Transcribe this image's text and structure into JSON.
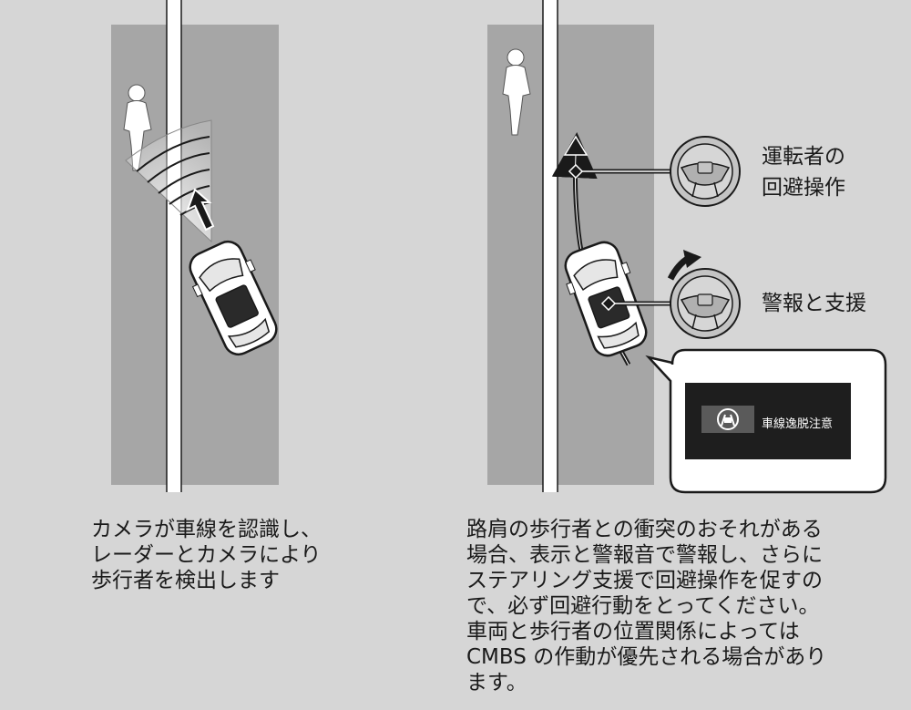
{
  "left_panel": {
    "caption": "カメラが車線を認識し、\nレーダーとカメラにより\n歩行者を検出します"
  },
  "right_panel": {
    "label_driver": "運転者の\n回避操作",
    "label_assist": "警報と支援",
    "display_message": "車線逸脱注意",
    "caption": "路肩の歩行者との衝突のおそれがある\n場合、表示と警報音で警報し、さらに\nステアリング支援で回避操作を促すの\nで、必ず回避行動をとってください。\n車両と歩行者の位置関係によっては\nCMBS の作動が優先される場合があり\nます。"
  },
  "colors": {
    "background": "#d6d6d6",
    "road": "#a6a6a6",
    "lane_line": "#ffffff",
    "outline": "#1a1a1a",
    "popup_bg": "#1e1e1e"
  }
}
